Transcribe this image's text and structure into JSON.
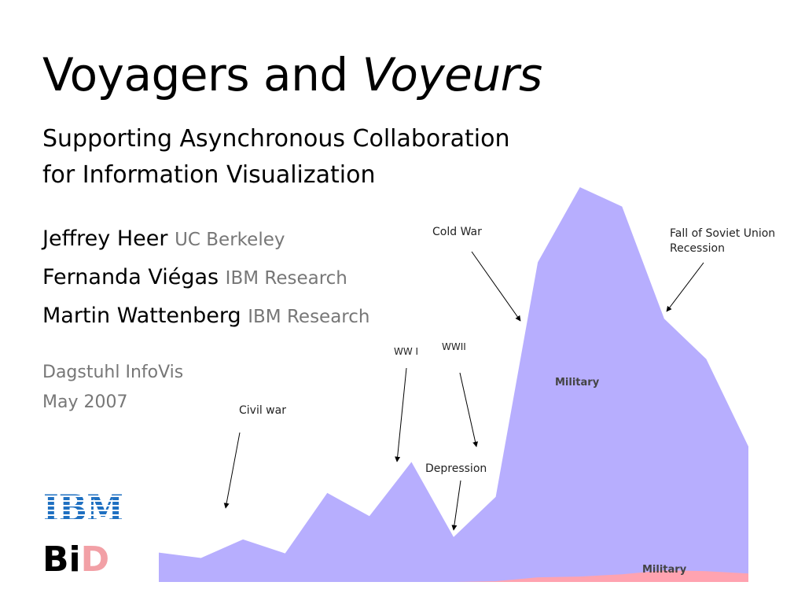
{
  "slide": {
    "title_regular": "Voyagers and",
    "title_italic": "Voyeurs",
    "subtitle_line1": "Supporting Asynchronous Collaboration",
    "subtitle_line2": "for Information Visualization",
    "authors": [
      {
        "name": "Jeffrey Heer",
        "affiliation": "UC Berkeley"
      },
      {
        "name": "Fernanda Viégas",
        "affiliation": "IBM Research"
      },
      {
        "name": "Martin Wattenberg",
        "affiliation": "IBM Research"
      }
    ],
    "venue": "Dagstuhl InfoVis",
    "date": "May 2007",
    "logos": {
      "ibm": "IBM",
      "bid_b": "B",
      "bid_i": "i",
      "bid_d": "D"
    }
  },
  "colors": {
    "military_purple": "#b7aefe",
    "military_pink": "#ffa3b0",
    "ibm_blue": "#1f70c1",
    "affiliation_gray": "#777777"
  },
  "chart_data": {
    "type": "area",
    "x": [
      0,
      1,
      2,
      3,
      4,
      5,
      6,
      7,
      8,
      9,
      10,
      11,
      12,
      13,
      14
    ],
    "series": [
      {
        "name": "Military",
        "values": [
          3.8,
          3.1,
          5.5,
          3.7,
          11.5,
          8.5,
          15.5,
          5.8,
          11.0,
          41.3,
          51.0,
          48.5,
          34.0,
          28.8,
          17.5
        ]
      },
      {
        "name": "Military",
        "values": [
          0,
          0,
          0,
          0,
          0,
          0,
          0,
          0,
          0.1,
          0.6,
          0.7,
          1.0,
          1.5,
          1.4,
          1.1
        ]
      }
    ],
    "annotations": [
      {
        "text": "Civil war",
        "target_index": 1.7
      },
      {
        "text": "WW I",
        "target_index": 5.6
      },
      {
        "text": "WWII",
        "target_index": 7.5
      },
      {
        "text": "Depression",
        "target_index": 6.9
      },
      {
        "text": "Cold War",
        "target_index": 8.5
      },
      {
        "text": "Fall of Soviet Union",
        "target_index": 12.1
      },
      {
        "text": "Recession",
        "target_index": 12.1
      }
    ],
    "grid": false,
    "legend": "none"
  }
}
